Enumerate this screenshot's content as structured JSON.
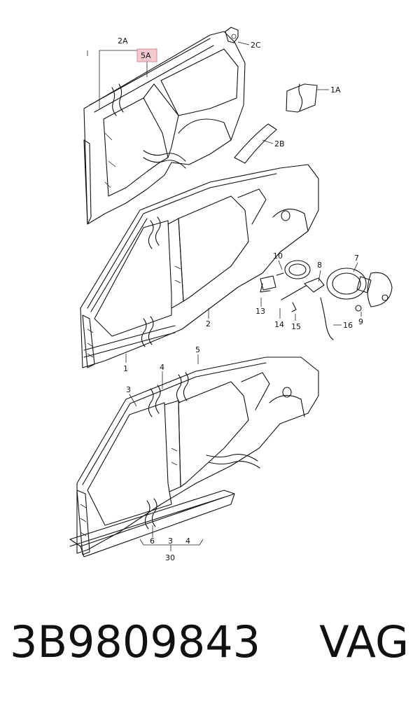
{
  "diagram": {
    "callouts": {
      "c2A": "2A",
      "c5A": "5A",
      "c2C": "2C",
      "c1A": "1A",
      "c2B": "2B",
      "c10": "10",
      "c8": "8",
      "c7": "7",
      "c13": "13",
      "c14": "14",
      "c15": "15",
      "c16": "16",
      "c9": "9",
      "c2": "2",
      "c1": "1",
      "c3": "3",
      "c4": "4",
      "c5": "5",
      "c6b": "6",
      "c3b": "3",
      "c4b": "4",
      "c30": "30"
    },
    "highlight_color": "#f3c9cf"
  },
  "footer": {
    "part_number": "3B9809843",
    "brand": "VAG"
  }
}
